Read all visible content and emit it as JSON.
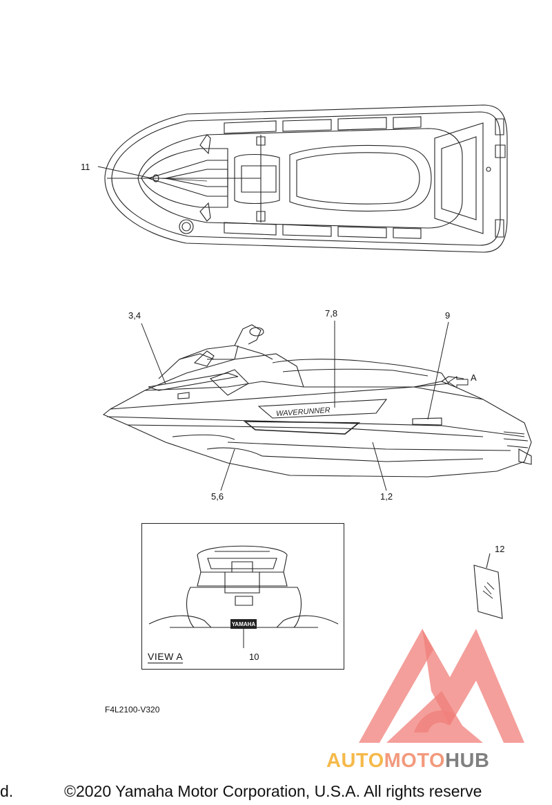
{
  "callouts": {
    "c11": "11",
    "c34": "3,4",
    "c78": "7,8",
    "c9": "9",
    "cA": "A",
    "c56": "5,6",
    "c12": "1,2",
    "c10": "10",
    "c12b": "12"
  },
  "view_a": {
    "title": "VIEW A",
    "plate_text": "YAMAHA"
  },
  "diagram_code": "F4L2100-V320",
  "watermark": {
    "part1": "AUTO",
    "part2": "MOTO",
    "part3": "HUB",
    "colors": {
      "auto": "#f5b94a",
      "moto": "#f29a7d",
      "hub": "#808080",
      "logo": "#f07f79"
    }
  },
  "copyright": {
    "prefix": "d.",
    "text": "©2020 Yamaha Motor Corporation, U.S.A. All rights reserve"
  },
  "side_decal": {
    "text": "WAVERUNNER"
  }
}
